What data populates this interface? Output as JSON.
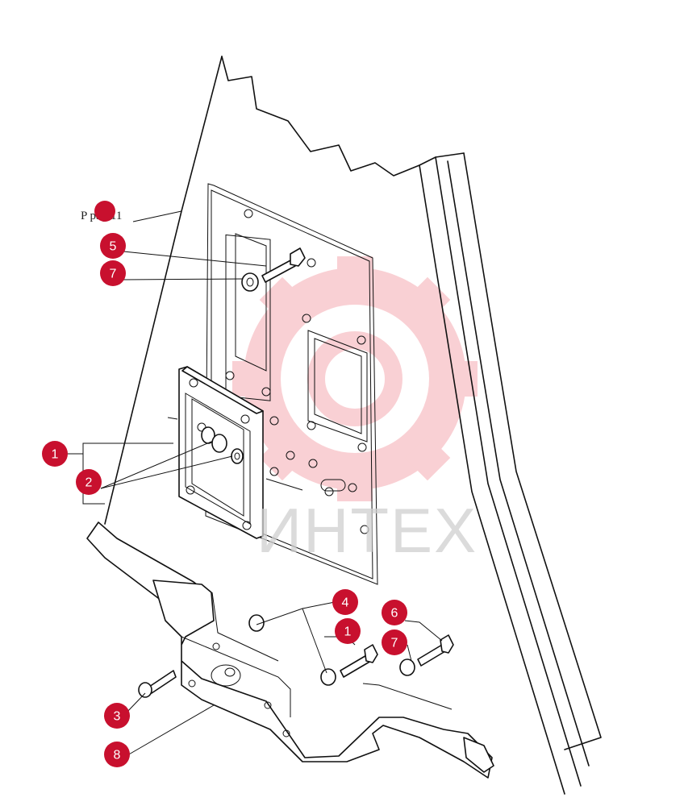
{
  "reference_label": "P pag.11",
  "watermark": {
    "text": "ИНТЕХ",
    "color": "#f2a0a6"
  },
  "badge_color": "#c8102e",
  "callouts": [
    {
      "id": "callout-1-upper",
      "label": "1"
    },
    {
      "id": "callout-2",
      "label": "2"
    },
    {
      "id": "callout-3",
      "label": "3"
    },
    {
      "id": "callout-4",
      "label": "4"
    },
    {
      "id": "callout-1-lower",
      "label": "1"
    },
    {
      "id": "callout-5",
      "label": "5"
    },
    {
      "id": "callout-6",
      "label": "6"
    },
    {
      "id": "callout-7-upper",
      "label": "7"
    },
    {
      "id": "callout-7-lower",
      "label": "7"
    },
    {
      "id": "callout-8",
      "label": "8"
    }
  ]
}
